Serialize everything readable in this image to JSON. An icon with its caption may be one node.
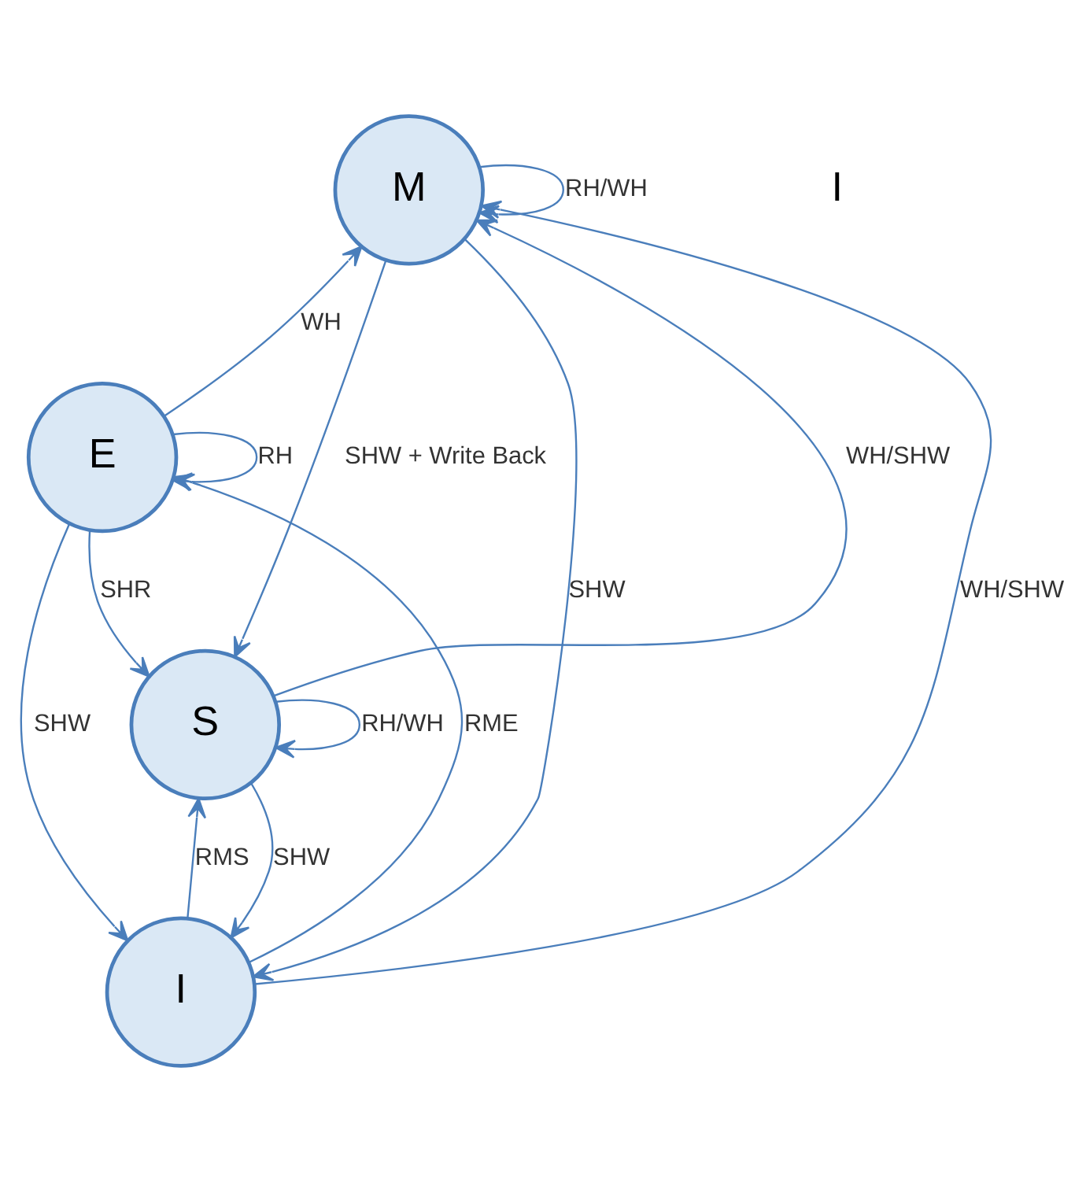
{
  "diagram": {
    "nodes": [
      {
        "text": [
          "M"
        ]
      },
      {
        "text": [
          "E"
        ]
      },
      {
        "text": [
          "S"
        ]
      },
      {
        "text": [
          "I"
        ]
      }
    ],
    "edges": [
      {
        "from": 0,
        "to": 0,
        "arrow": "to",
        "label": "RH/WH"
      },
      {
        "from": 1,
        "to": 0,
        "arrow": "to",
        "label": "WH"
      },
      {
        "from": 2,
        "to": 0,
        "arrow": "to",
        "label": "WH/SHW"
      },
      {
        "from": 3,
        "to": 0,
        "arrow": "to",
        "label": "WH/SHW"
      },
      {
        "from": 0,
        "to": 2,
        "arrow": "to",
        "label": "SHW + Write Back"
      },
      {
        "from": 0,
        "to": 3,
        "arrow": "to",
        "label": "SHW"
      },
      {
        "from": 1,
        "to": 1,
        "arrow": "to",
        "label": "RH"
      },
      {
        "from": 1,
        "to": 2,
        "arrow": "to",
        "label": "SHR"
      },
      {
        "from": 1,
        "to": 3,
        "arrow": "to",
        "label": "SHW"
      },
      {
        "from": 3,
        "to": 1,
        "arrow": "to",
        "label": "RME"
      },
      {
        "from": 2,
        "to": 2,
        "arrow": "to",
        "label": "RH/WH"
      },
      {
        "from": 3,
        "to": 2,
        "arrow": "to",
        "label": "RMS"
      },
      {
        "from": 2,
        "to": 3,
        "arrow": "to",
        "label": "SHW"
      }
    ],
    "labels": [
      "I"
    ]
  }
}
